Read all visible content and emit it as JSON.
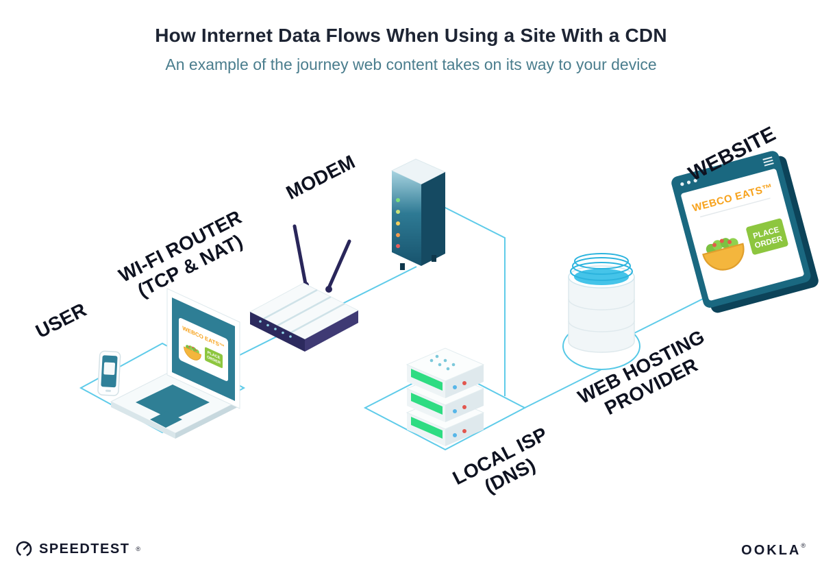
{
  "header": {
    "title": "How Internet Data Flows When Using a Site With a CDN",
    "subtitle": "An example of the journey web content takes on its way to your device"
  },
  "labels": {
    "user": "USER",
    "router_line1": "WI-FI ROUTER",
    "router_line2": "(TCP & NAT)",
    "modem": "MODEM",
    "isp_line1": "LOCAL ISP",
    "isp_line2": "(DNS)",
    "hosting_line1": "WEB HOSTING",
    "hosting_line2": "PROVIDER",
    "website": "WEBSITE"
  },
  "webco": {
    "brand": "WEBCO EATS™",
    "button_line1": "PLACE",
    "button_line2": "ORDER"
  },
  "footer": {
    "speedtest": "SPEEDTEST",
    "speedtest_mark": "®",
    "ookla": "OOKLA",
    "ookla_mark": "®"
  },
  "colors": {
    "connector": "#5ecbe9",
    "teal_dark": "#17607a",
    "orange": "#f7a21b",
    "green": "#8dc63f",
    "ink": "#14182b"
  }
}
